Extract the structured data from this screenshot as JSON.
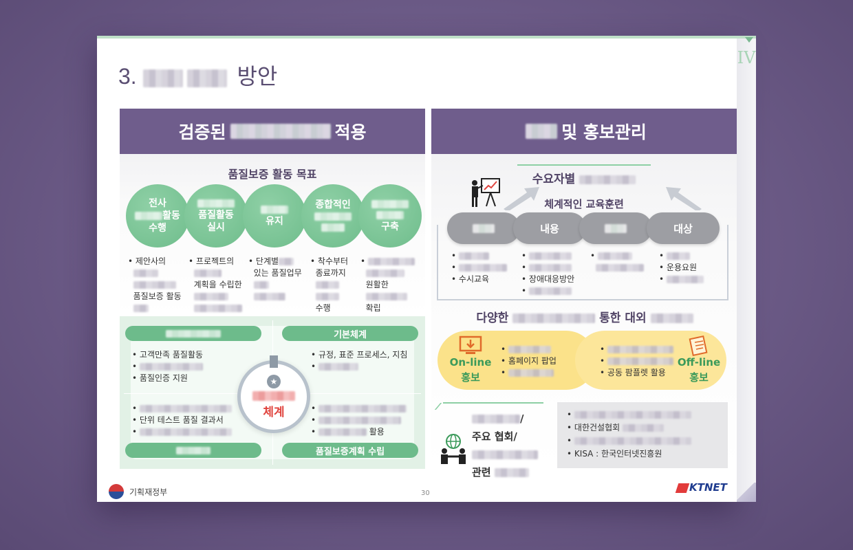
{
  "side": {
    "roman": "IV"
  },
  "title": {
    "num": "3.",
    "suffix": "방안"
  },
  "left": {
    "header": {
      "prefix": "검증된",
      "suffix": "적용"
    },
    "goal_title": "품질보증 활동 목표",
    "circles": [
      {
        "l1": "전사",
        "l2": "활동",
        "l3": "수행"
      },
      {
        "l1": "품질활동",
        "l2": "실시"
      },
      {
        "l1": "유지"
      },
      {
        "l1": "종합적인"
      },
      {
        "l1": "구축"
      }
    ],
    "bullets": [
      {
        "a": "제안사의",
        "b": "품질보증 활동"
      },
      {
        "a": "프로젝트의",
        "b": "계획을 수립한"
      },
      {
        "a": "단계별",
        "b": "있는 품질업무"
      },
      {
        "a": "착수부터",
        "b": "종료까지",
        "c": "수행"
      },
      {
        "b": "원활한",
        "c": "확립"
      }
    ],
    "qa": {
      "basic_pill": "기본체계",
      "plan_pill": "품질보증계획 수립",
      "tl": [
        "고객만족 품질활동",
        "품질인증 지원"
      ],
      "tr": [
        "규정, 표준 프로세스, 지침"
      ],
      "bl": [
        "단위 테스트 품질 결과서"
      ],
      "br_suffix": "활용",
      "badge_label": "체계"
    }
  },
  "right": {
    "header": {
      "suffix": "및 홍보관리"
    },
    "demand_title": "수요자별",
    "training_title": "체계적인 교육훈련",
    "pills": [
      "내용",
      "대상"
    ],
    "col_bullets": {
      "c1": [
        "수시교육"
      ],
      "c2": [
        "장애대응방안"
      ],
      "c4": [
        "운용요원"
      ]
    },
    "various_title": {
      "prefix": "다양한",
      "mid": "통한 대외"
    },
    "online": {
      "l1": "On-line",
      "l2": "홍보",
      "item": "홈페이지 팝업"
    },
    "offline": {
      "l1": "Off-line",
      "l2": "홍보",
      "item": "공동 팜플렛 활용"
    },
    "assoc": {
      "l1": "/",
      "l2": "주요 협회/",
      "l3": "관련"
    },
    "assoc_list": [
      "대한건설협회",
      "KISA : 한국인터넷진흥원"
    ]
  },
  "footer": {
    "ministry": "기획재정부",
    "page": "30",
    "brand": "KTNET"
  },
  "colors": {
    "purple": "#6f5d8c",
    "green": "#6fbd8c",
    "yellow": "#fbe28a",
    "gray": "#9d9ea3",
    "red": "#e0443e"
  }
}
